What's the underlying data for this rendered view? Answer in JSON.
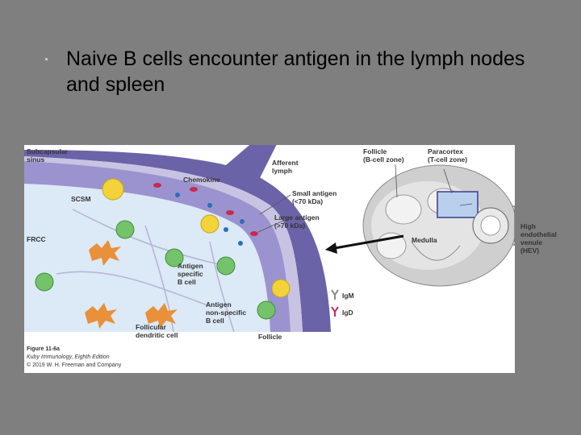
{
  "slide": {
    "title": "Naive B cells encounter antigen in the lymph nodes and spleen"
  },
  "figure": {
    "labels": {
      "subcapsular_sinus": "Subcapsular\nsinus",
      "scsm": "SCSM",
      "frcc": "FRCC",
      "chemokine": "Chemokine",
      "afferent_lymph": "Afferent\nlymph",
      "small_antigen": "Small antigen\n(<70 kDa)",
      "large_antigen": "Large antigen\n(>70 kDa)",
      "antigen_specific_b_cell": "Antigen\nspecific\nB cell",
      "antigen_nonspecific_b_cell": "Antigen\nnon-specific\nB cell",
      "follicular_dendritic_cell": "Follicular\ndendritic cell",
      "follicle": "Follicle",
      "igm": "IgM",
      "igd": "IgD",
      "follicle_b_cell_zone": "Follicle\n(B-cell zone)",
      "paracortex_t_cell_zone": "Paracortex\n(T-cell zone)",
      "medulla": "Medulla",
      "hev": "High\nendothelial\nvenule\n(HEV)"
    },
    "caption": {
      "figure_number": "Figure 11-6a",
      "book": "Kuby Immunology, Eighth Edition",
      "copyright": "© 2019 W. H. Freeman and Company"
    },
    "colors": {
      "sinus": "#c9c3e3",
      "capsule": "#6b63a8",
      "follicle_bg": "#dce9f6",
      "b_cell": "#74c26a",
      "macrophage": "#f4d23a",
      "dendritic": "#e8903a",
      "small_antigen": "#2a6fb8",
      "large_antigen": "#c8294f",
      "node_gray": "#b9b9b9"
    }
  }
}
